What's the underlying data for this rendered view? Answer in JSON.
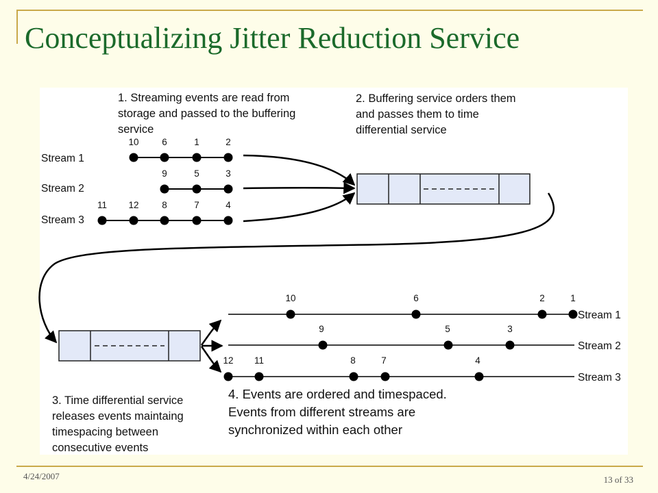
{
  "slide": {
    "title": "Conceptualizing Jitter Reduction Service",
    "date": "4/24/2007",
    "page": "13 of 33"
  },
  "diagram": {
    "step1": [
      "1. Streaming events are read from",
      "storage  and passed to the buffering",
      "service"
    ],
    "step2": [
      "2. Buffering service orders them",
      "and passes them to time",
      "differential service"
    ],
    "step3": [
      "3. Time differential service",
      "releases events maintaing",
      "timespacing between",
      "consecutive events"
    ],
    "step4": [
      "4. Events are ordered and timespaced.",
      "Events from different streams are",
      "synchronized within each other"
    ],
    "input_streams": [
      {
        "label": "Stream 1",
        "events": [
          "10",
          "6",
          "1",
          "2"
        ]
      },
      {
        "label": "Stream 2",
        "events": [
          "9",
          "5",
          "3"
        ]
      },
      {
        "label": "Stream 3",
        "events": [
          "11",
          "12",
          "8",
          "7",
          "4"
        ]
      }
    ],
    "output_streams": [
      {
        "label": "Stream 1",
        "events": [
          "10",
          "6",
          "2",
          "1"
        ]
      },
      {
        "label": "Stream 2",
        "events": [
          "9",
          "5",
          "3"
        ]
      },
      {
        "label": "Stream 3",
        "events": [
          "12",
          "11",
          "8",
          "7",
          "4"
        ]
      }
    ]
  }
}
